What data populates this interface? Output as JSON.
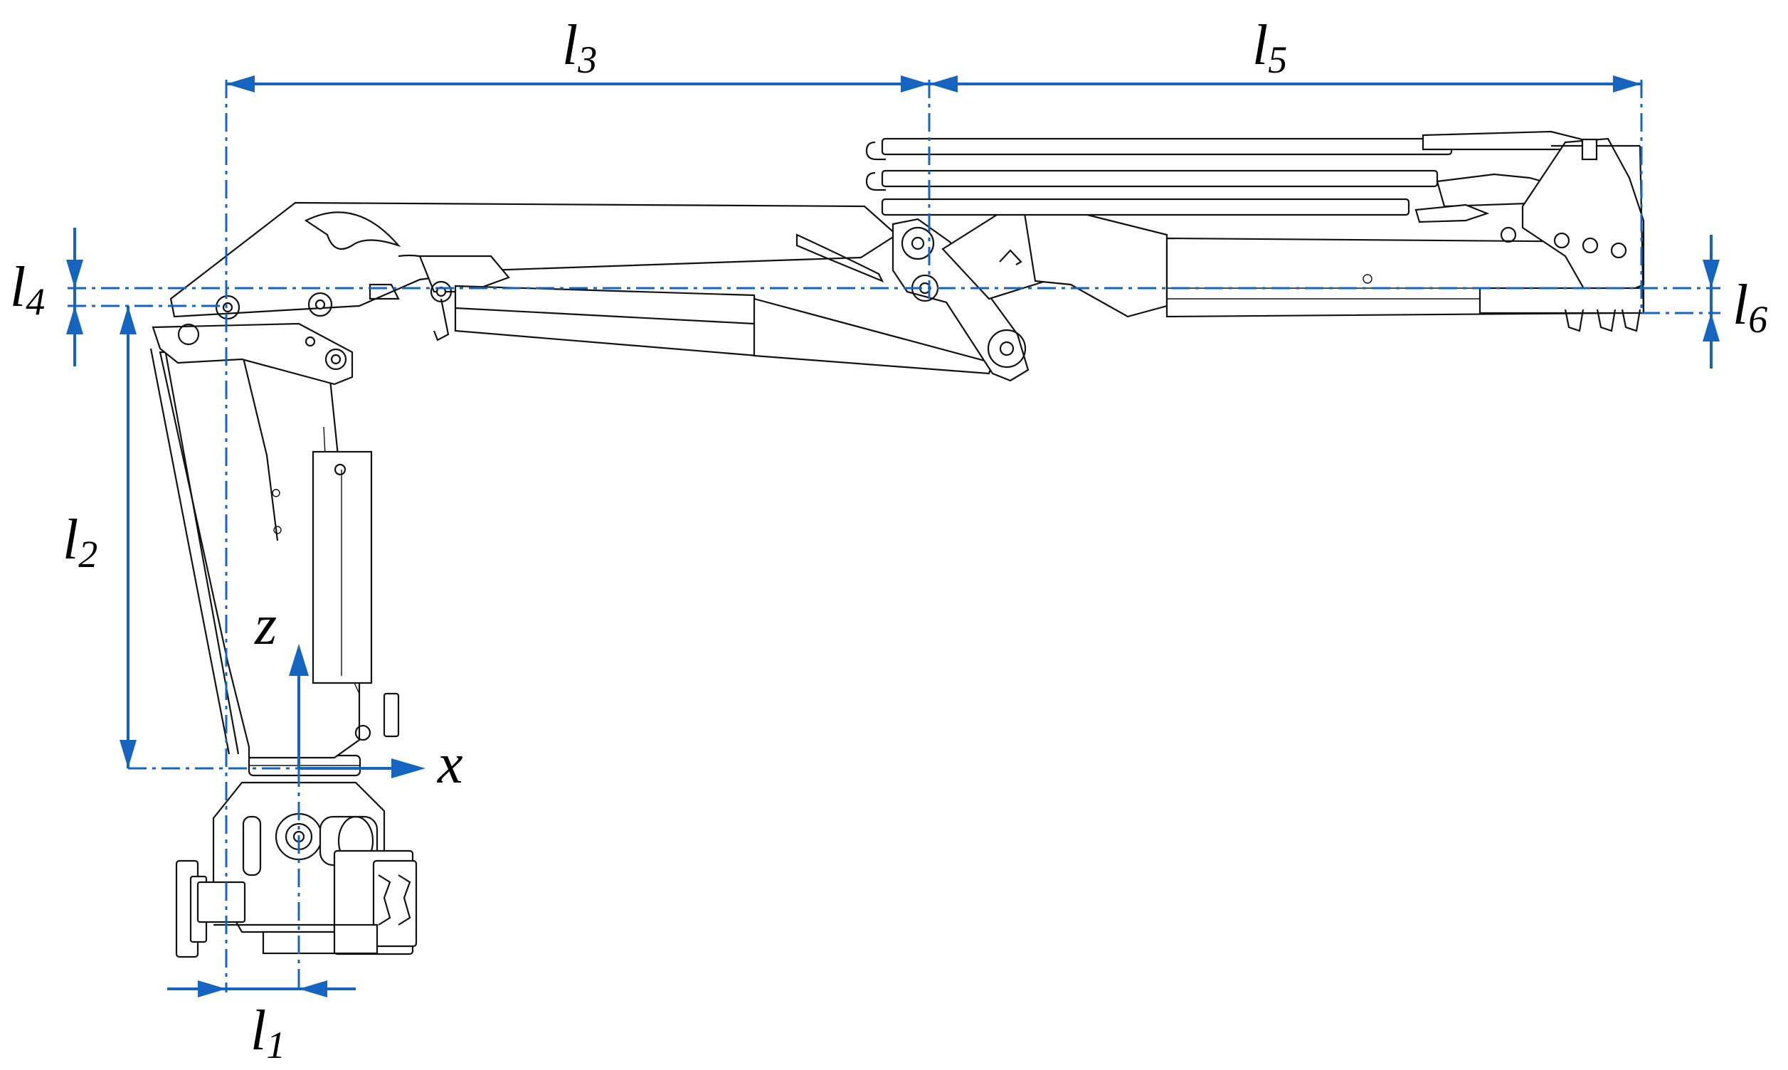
{
  "figure": {
    "labels": {
      "l1": {
        "main": "l",
        "sub": "1"
      },
      "l2": {
        "main": "l",
        "sub": "2"
      },
      "l3": {
        "main": "l",
        "sub": "3"
      },
      "l4": {
        "main": "l",
        "sub": "4"
      },
      "l5": {
        "main": "l",
        "sub": "5"
      },
      "l6": {
        "main": "l",
        "sub": "6"
      }
    },
    "axes": {
      "x": "x",
      "z": "z"
    },
    "colors": {
      "dimension": "#1565c0",
      "machine_outline": "#111111",
      "background": "#ffffff"
    }
  }
}
